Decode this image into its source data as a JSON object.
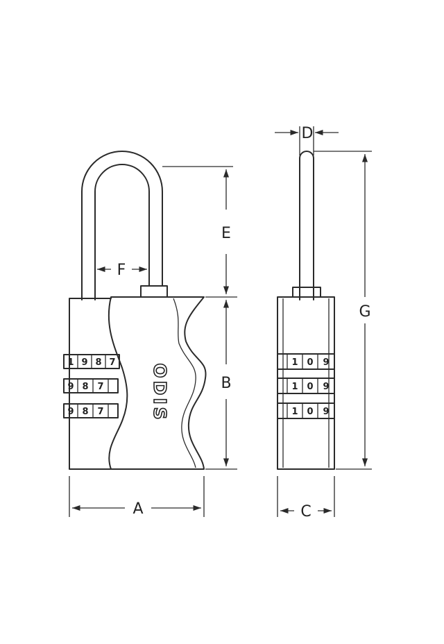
{
  "brand": "ODIS",
  "dimensions": {
    "a": "A",
    "b": "B",
    "c": "C",
    "d": "D",
    "e": "E",
    "f": "F",
    "g": "G"
  },
  "front_dials": [
    [
      "1",
      "9",
      "8",
      "7"
    ],
    [
      "9",
      "8",
      "7"
    ],
    [
      "9",
      "8",
      "7"
    ]
  ],
  "side_dials": [
    [
      "1",
      "0",
      "9"
    ],
    [
      "1",
      "0",
      "9"
    ],
    [
      "1",
      "0",
      "9"
    ]
  ]
}
